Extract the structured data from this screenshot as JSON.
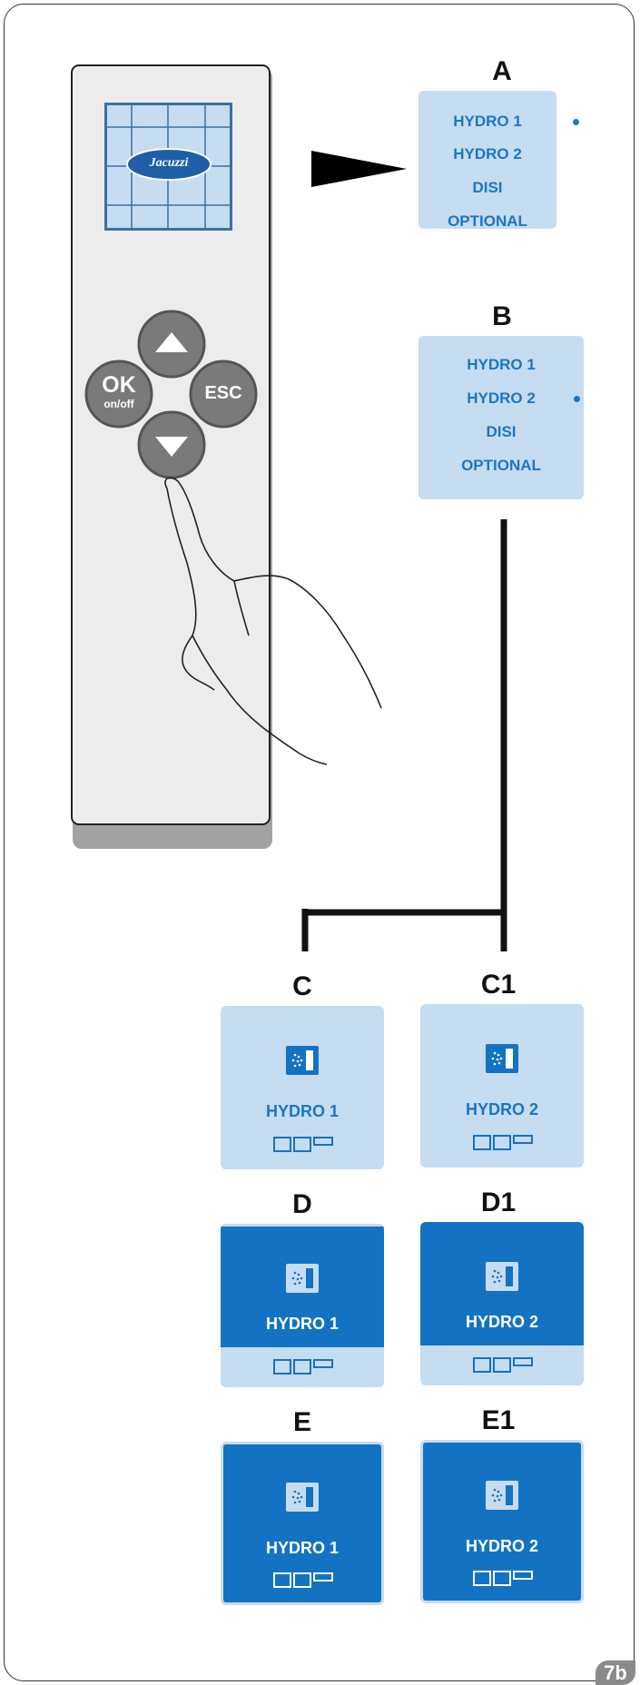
{
  "brand": "Jacuzzi",
  "remote": {
    "ok_label": "OK",
    "ok_sub": "on/off",
    "esc_label": "ESC"
  },
  "menus": [
    {
      "letter": "A",
      "items": [
        "HYDRO 1",
        "HYDRO 2",
        "DISI",
        "OPTIONAL"
      ],
      "selected": 0
    },
    {
      "letter": "B",
      "items": [
        "HYDRO 1",
        "HYDRO 2",
        "DISI",
        "OPTIONAL"
      ],
      "selected": 1
    }
  ],
  "panels": [
    {
      "letter": "C",
      "label": "HYDRO 1",
      "style": "light"
    },
    {
      "letter": "C1",
      "label": "HYDRO 2",
      "style": "light"
    },
    {
      "letter": "D",
      "label": "HYDRO 1",
      "style": "half"
    },
    {
      "letter": "D1",
      "label": "HYDRO 2",
      "style": "half"
    },
    {
      "letter": "E",
      "label": "HYDRO 1",
      "style": "dark"
    },
    {
      "letter": "E1",
      "label": "HYDRO 2",
      "style": "dark"
    }
  ],
  "figure_label": "7b",
  "colors": {
    "accent_blue": "#1373c2",
    "light_blue": "#c6dcf0",
    "text_blue": "#1b76c4",
    "button_gray": "#7a7a7a"
  }
}
